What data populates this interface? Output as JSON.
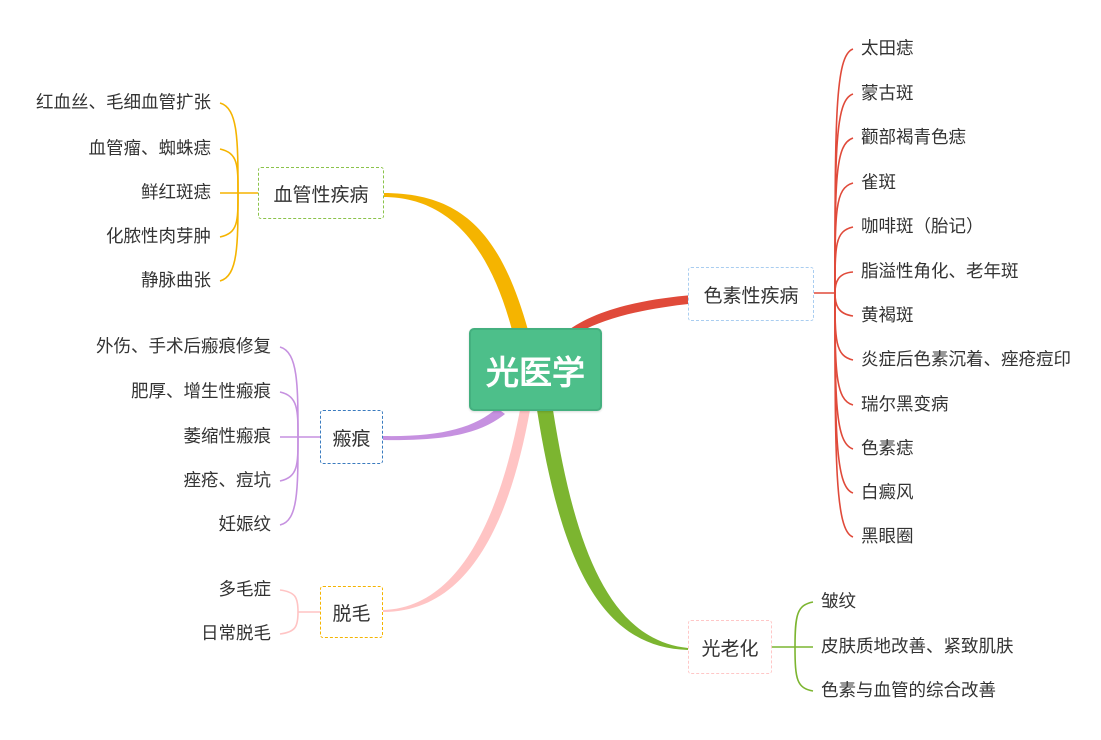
{
  "root": {
    "label": "光医学",
    "color": "#4dbf8a"
  },
  "branches": {
    "vascular": {
      "label": "血管性疾病",
      "color": "#f5b400",
      "items": [
        "红血丝、毛细血管扩张",
        "血管瘤、蜘蛛痣",
        "鲜红斑痣",
        "化脓性肉芽肿",
        "静脉曲张"
      ]
    },
    "scar": {
      "label": "瘢痕",
      "color": "#c691e0",
      "items": [
        "外伤、手术后瘢痕修复",
        "肥厚、增生性瘢痕",
        "萎缩性瘢痕",
        "痤疮、痘坑",
        "妊娠纹"
      ]
    },
    "hair": {
      "label": "脱毛",
      "color": "#ffc4c4",
      "items": [
        "多毛症",
        "日常脱毛"
      ]
    },
    "pigment": {
      "label": "色素性疾病",
      "color": "#e04a3a",
      "items": [
        "太田痣",
        "蒙古斑",
        "颧部褐青色痣",
        "雀斑",
        "咖啡斑（胎记）",
        "脂溢性角化、老年斑",
        "黄褐斑",
        "炎症后色素沉着、痤疮痘印",
        "瑞尔黑变病",
        "色素痣",
        "白癜风",
        "黑眼圈"
      ]
    },
    "aging": {
      "label": "光老化",
      "color": "#7cb530",
      "items": [
        "皱纹",
        "皮肤质地改善、紧致肌肤",
        "色素与血管的综合改善"
      ]
    }
  }
}
